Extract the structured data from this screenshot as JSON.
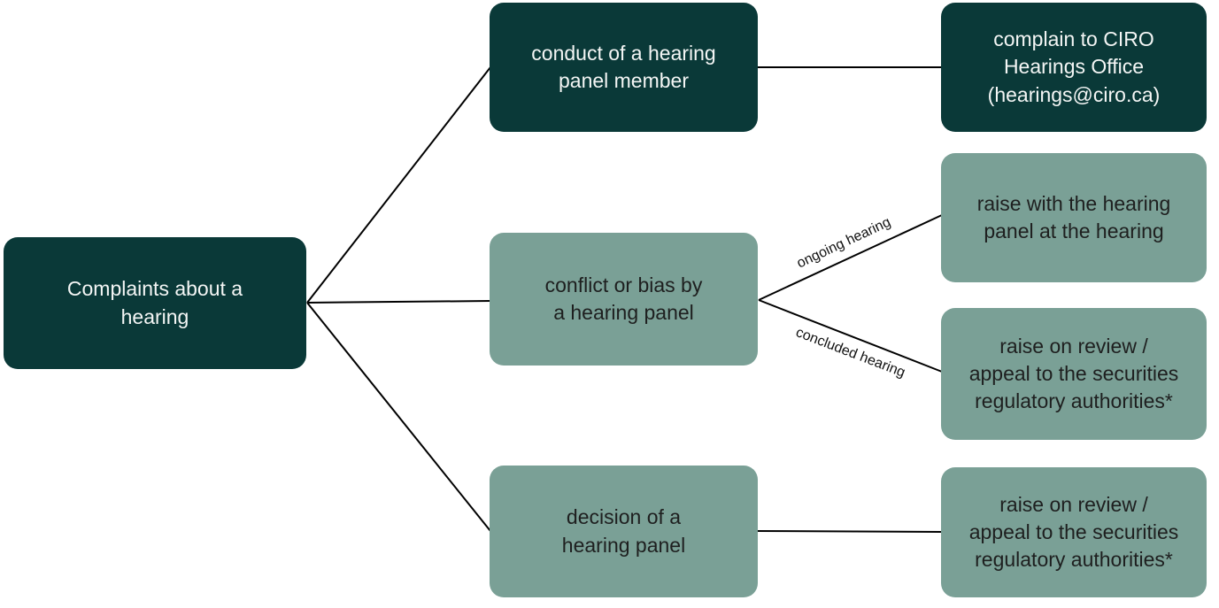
{
  "title": "Complaints about a hearing flowchart",
  "colors": {
    "dark_teal": "#0a3938",
    "sage_green": "#7aa096",
    "line_black": "#000000",
    "text_on_dark": "#f4f6f5",
    "text_on_sage": "#1e1f1f"
  },
  "nodes": {
    "root": {
      "label": "Complaints about a\nhearing"
    },
    "conduct": {
      "label": "conduct of a hearing\npanel member"
    },
    "conflict": {
      "label": "conflict or bias by\na hearing panel"
    },
    "decision": {
      "label": "decision of a\nhearing panel"
    },
    "complain_ciro": {
      "label": "complain to CIRO\nHearings Office\n(hearings@ciro.ca)"
    },
    "raise_at_hearing": {
      "label": "raise with the hearing\npanel at the hearing"
    },
    "raise_review_concluded": {
      "label": "raise on review /\nappeal to the securities\nregulatory authorities*"
    },
    "raise_review_decision": {
      "label": "raise on review /\nappeal to the securities\nregulatory authorities*"
    }
  },
  "edge_labels": {
    "ongoing": "ongoing hearing",
    "concluded": "concluded hearing"
  }
}
